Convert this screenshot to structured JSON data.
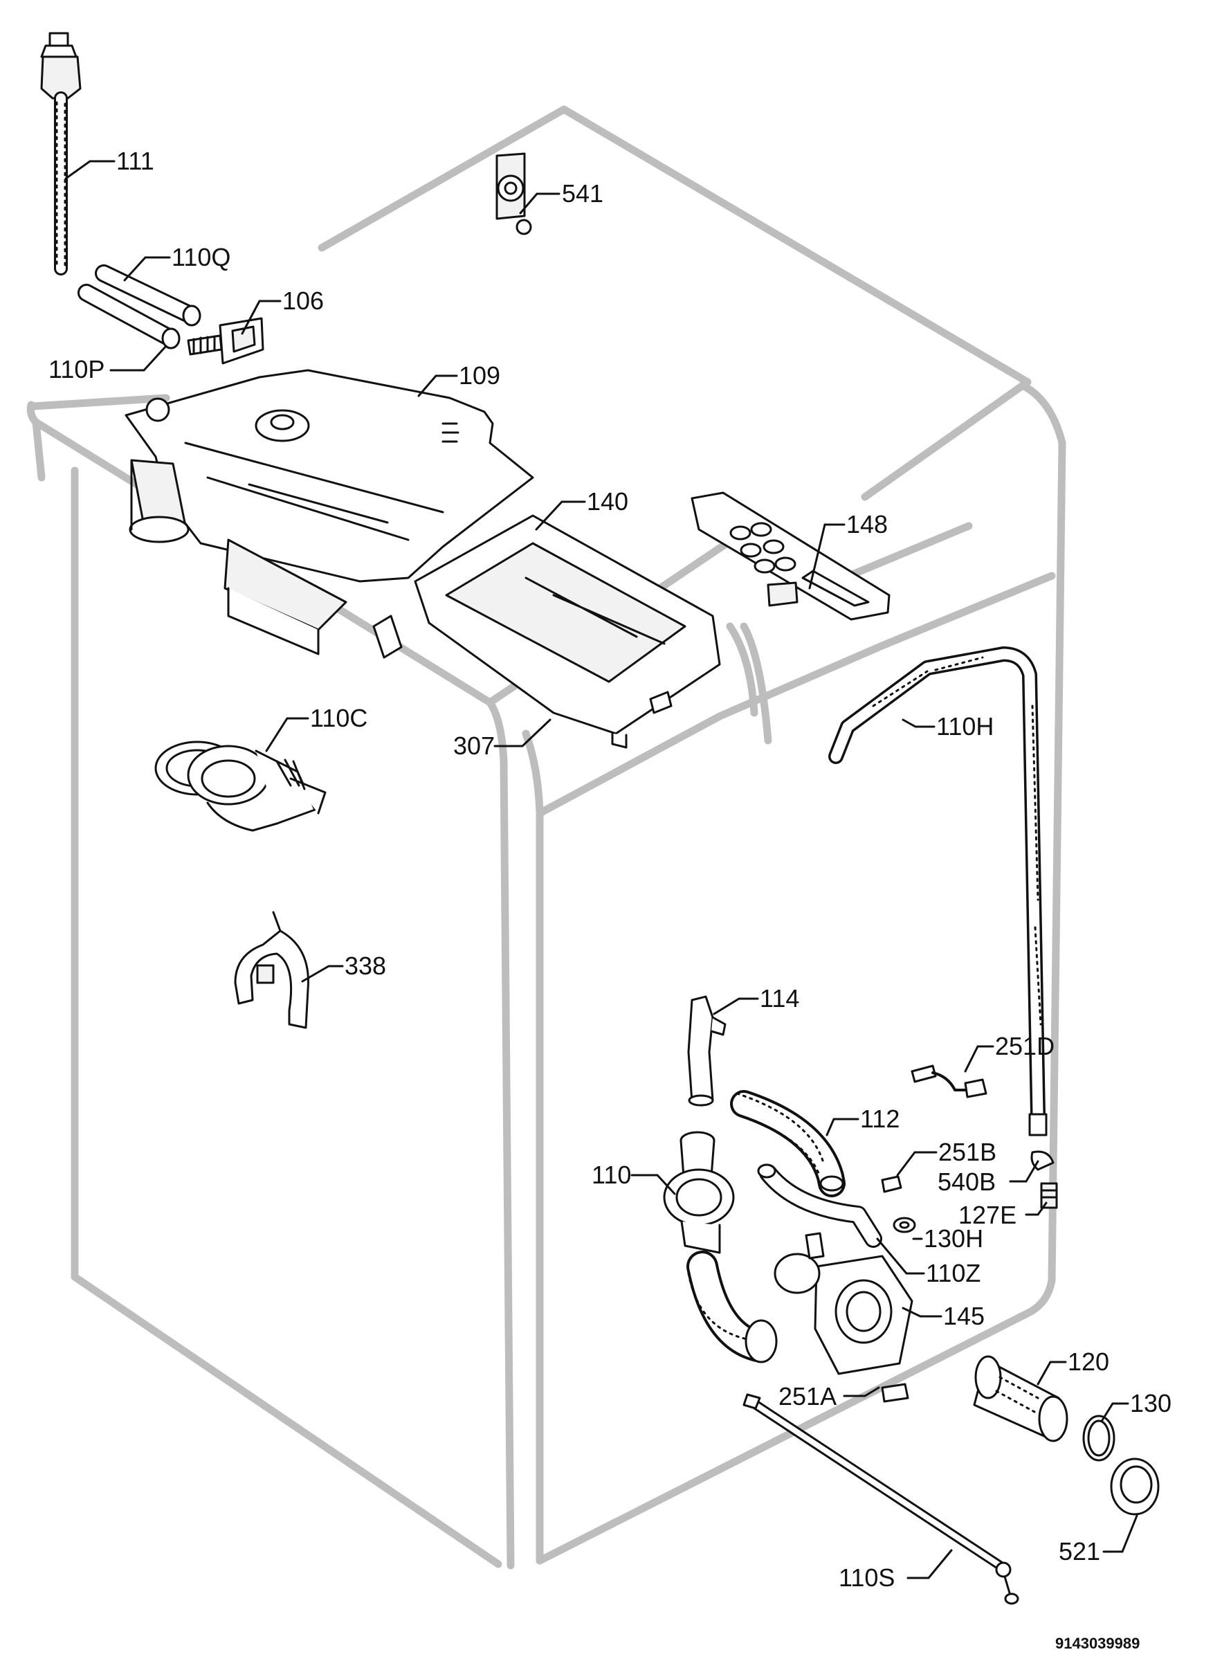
{
  "labels": {
    "p111": "111",
    "p541": "541",
    "p110Q": "110Q",
    "p106": "106",
    "p110P": "110P",
    "p109": "109",
    "p140": "140",
    "p148": "148",
    "p110C": "110C",
    "p307": "307",
    "p110H": "110H",
    "p338": "338",
    "p114": "114",
    "p251D": "251D",
    "p112": "112",
    "p251B": "251B",
    "p110": "110",
    "p540B": "540B",
    "p127E": "127E",
    "p130H": "130H",
    "p110Z": "110Z",
    "p145": "145",
    "p120": "120",
    "p130": "130",
    "p251A": "251A",
    "p521": "521",
    "p110S": "110S"
  },
  "diagram_code": "9143039989"
}
